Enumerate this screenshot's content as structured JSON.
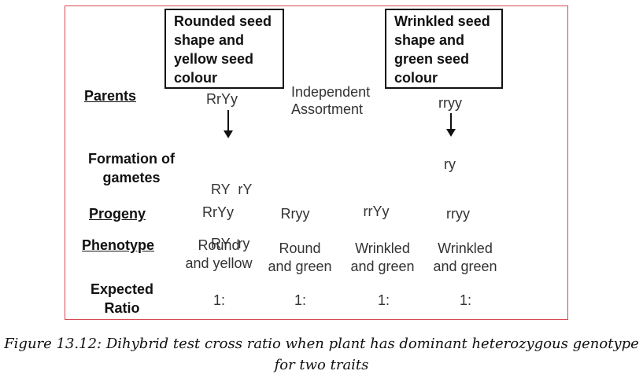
{
  "boxes": {
    "left": [
      "Rounded seed",
      "shape and",
      "yellow seed",
      "colour"
    ],
    "right": [
      "Wrinkled seed",
      "shape and",
      "green seed",
      "colour"
    ]
  },
  "labels": {
    "parents": "Parents",
    "gametes_1": "Formation of",
    "gametes_2": "gametes",
    "progeny": "Progeny",
    "phenotype": "Phenotype",
    "ratio_1": "Expected",
    "ratio_2": "Ratio"
  },
  "parents": {
    "left": "RrYy",
    "right": "rryy"
  },
  "independent": [
    "Independent",
    "Assortment"
  ],
  "gametes": {
    "left_1": "RY  rY",
    "left_2": "RY  ry",
    "right": "ry"
  },
  "progeny": [
    "RrYy",
    "Rryy",
    "rrYy",
    "rryy"
  ],
  "phenotypes": [
    [
      "Round",
      "and yellow"
    ],
    [
      "Round",
      "and green"
    ],
    [
      "Wrinkled",
      "and green"
    ],
    [
      "Wrinkled",
      "and green"
    ]
  ],
  "ratios": [
    "1:",
    "1:",
    "1:",
    "1:"
  ],
  "caption": [
    "Figure 13.12: Dihybrid test cross ratio when plant has dominant heterozygous genotype",
    "for two traits"
  ]
}
